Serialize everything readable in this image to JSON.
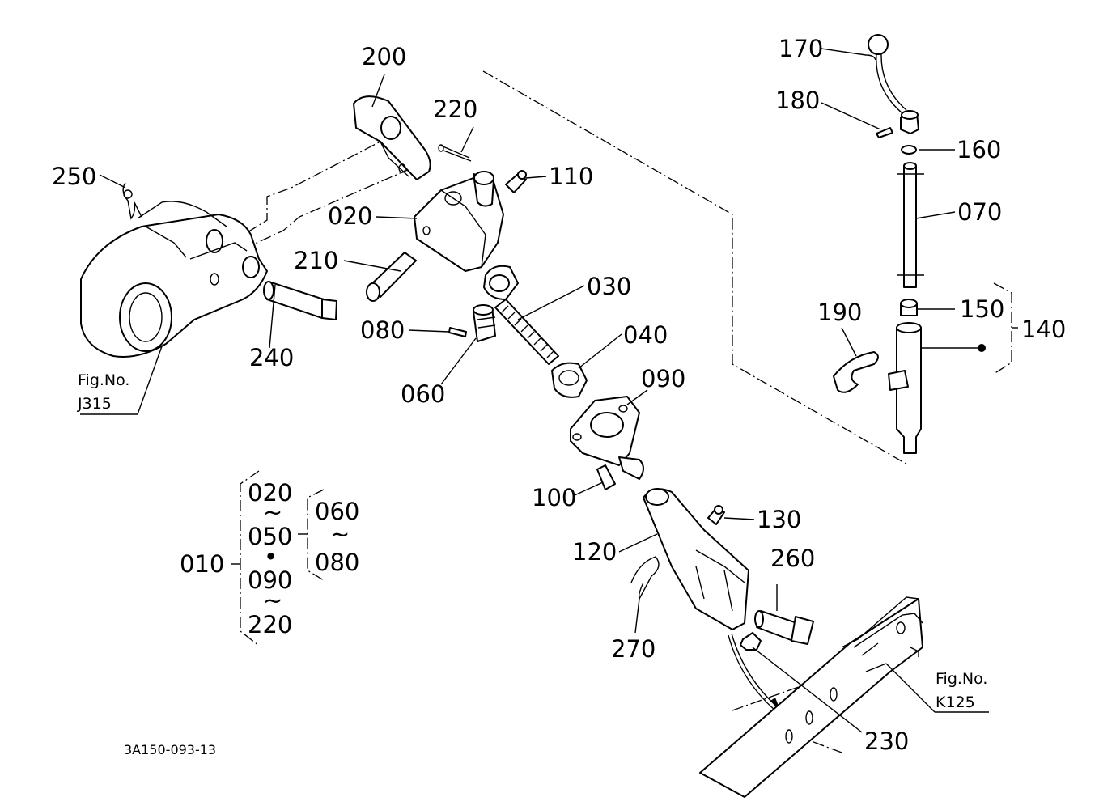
{
  "diagram_code": "3A150-093-13",
  "figure_refs": [
    {
      "prefix": "Fig.No.",
      "number": "J315"
    },
    {
      "prefix": "Fig.No.",
      "number": "K125"
    }
  ],
  "part_labels": {
    "p010": "010",
    "p020": "020",
    "p030": "030",
    "p040": "040",
    "p060": "060",
    "p070": "070",
    "p080": "080",
    "p090": "090",
    "p100": "100",
    "p110": "110",
    "p120": "120",
    "p130": "130",
    "p140": "140",
    "p150": "150",
    "p160": "160",
    "p170": "170",
    "p180": "180",
    "p190": "190",
    "p200": "200",
    "p210": "210",
    "p220": "220",
    "p230": "230",
    "p240": "240",
    "p250": "250",
    "p260": "260",
    "p270": "270"
  },
  "assembly_groups": {
    "main": {
      "top": "020",
      "mid": "050",
      "mid2": "090",
      "bottom": "220",
      "tilde": "~",
      "bullet": "•"
    },
    "sub": {
      "top": "060",
      "bottom": "080",
      "tilde": "~"
    }
  }
}
